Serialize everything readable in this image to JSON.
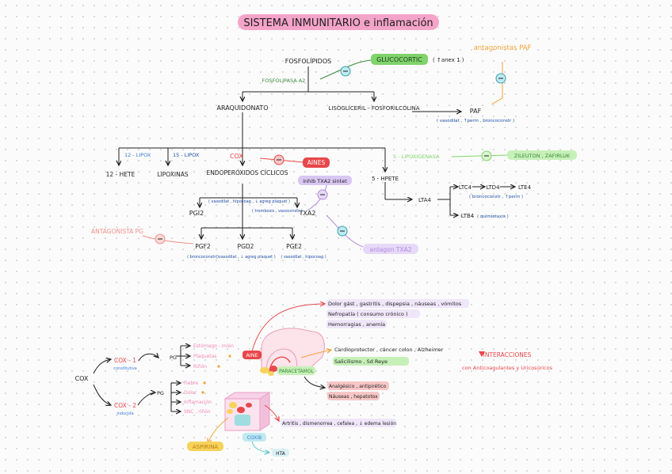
{
  "title": "SISTEMA INMUNITARIO e inflamación",
  "colors": {
    "ink": "#1f1f1f",
    "title_bg": "#f4a3c9",
    "blue": "#3b7dd8",
    "red": "#e8474a",
    "pink": "#f28ab5",
    "green": "#7fd46b",
    "dark_green": "#3c8a3a",
    "orange": "#f3a33a",
    "purple": "#b58ae0",
    "teal": "#5fc6c9",
    "lavender": "#d9c6f2",
    "yellow": "#f6d35b",
    "salmon": "#f0908a",
    "navy": "#1e4ea8"
  },
  "top": {
    "fosfolipidos": "FOSFOLÍPIDOS",
    "glucocortic": "GLUCOCORTIC",
    "glucocortic_note": "( ↑anex 1 )",
    "fosfolipasa": "FOSFOLIPASA A2",
    "antagonistas_paf": "antagonistas PAF",
    "araquidonato": "ARAQUIDONATO",
    "lisogliceril": "LISOGLICERIL - FOSFORILCOLINA",
    "paf": "PAF",
    "paf_effects": "( vasodilat , ↑perm , broncoconstr )",
    "lipox12": "12 - LIPOX",
    "lipox15": "15 - LIPOX",
    "hete12": "12 - HETE",
    "lipoxinas": "LIPOXINAS",
    "cox": "COX",
    "aines": "AINES",
    "endoperoxidos": "ENDOPERÓXIDOS CÍCLICOS",
    "inhib_txa2": "inhib TXA2 sintet",
    "lipoxigenasa5": "5 - LIPOXIGENASA",
    "zileuton": "ZILEUTON , ZAFIRLUK",
    "hpete5": "5 - HPETE",
    "pgi2": "PGI2",
    "pgi2_effects": "( vasodilat , hipocoag , ↓ agreg plaquet )",
    "txa2": "TXA2",
    "txa2_effects": "( trombosis , vasoconstr )",
    "lta4": "LTA4",
    "ltc4": "LTC4",
    "ltd4": "LTD4",
    "lte4": "LTE4",
    "ltc_effects": "( broncoconstr , ↑perm )",
    "ltb4": "LTB4",
    "ltb_effects": "( quimiotaxis )",
    "antagonista_pg": "ANTAGONISTA PG",
    "antagon_txa2": "antagon TXA2",
    "pgf2": "PGF2",
    "pgf2_effects": "( broncoconstr )",
    "pgd2": "PGD2",
    "pgd2_effects": "( vasodilat , ↓ agreg plaquet )",
    "pge2": "PGE2",
    "pge2_effects": "( vasodilat , hipocoag )"
  },
  "bottom": {
    "cox": "COX",
    "cox1": "COX - 1",
    "cox1_sub": "constitutiva",
    "cox2": "COX - 2",
    "cox2_sub": "inducida",
    "pg": "PG",
    "cox1_items": [
      "Estómago - mién",
      "Plaquetas",
      "Riñón"
    ],
    "cox2_items": [
      "Fiebre",
      "Dolor",
      "Inflamación",
      "SNC , riñón"
    ],
    "aine": "AINE",
    "adverse": [
      "Dolor gást , gastritis , dispepsia , náuseas , vómitos",
      "Nefropatía ( consumo crónico )",
      "Hemorragias , anemia"
    ],
    "paracetamol": "PARACETAMOL",
    "aine_uses": [
      "Cardioprotector , cáncer colon , Alzheimer",
      "Salicilismo , Sd Reye"
    ],
    "interacciones": "INTERACCIONES",
    "interacciones_sub": "con Anticoagulantes y Uricosúricos",
    "paracetamol_uses": [
      "Analgésico , antipirético",
      "Náuseas , hepatotox"
    ],
    "coxib": "COXIB",
    "coxib_uses": "Artritis , dismenorrea , cefalea , ↓ edema lesión",
    "aspirina": "ASPIRINA",
    "hta": "HTA"
  }
}
